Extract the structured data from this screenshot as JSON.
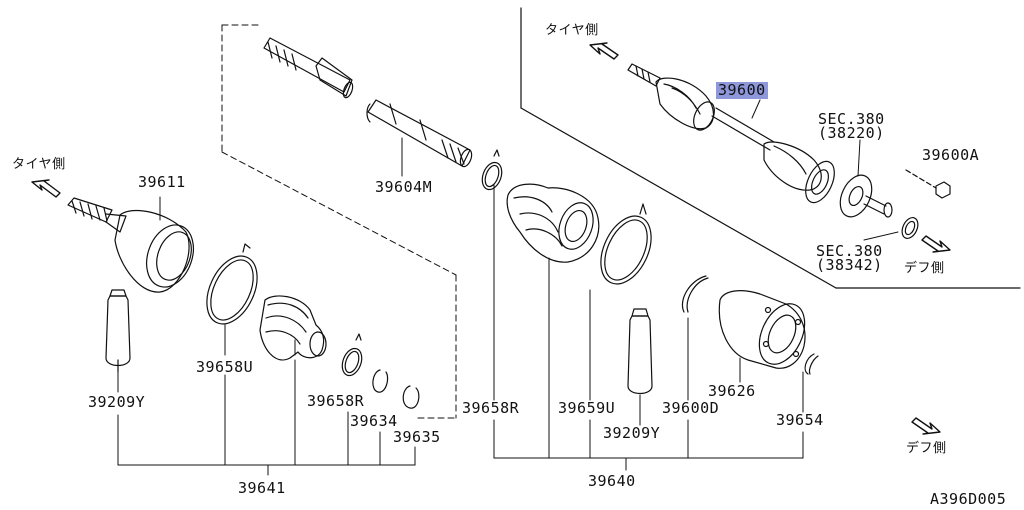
{
  "diagram": {
    "figure_code": "A396D005",
    "direction_labels": {
      "tire_side": "タイヤ側",
      "diff_side": "デフ側"
    },
    "parts": {
      "p39600": "39600",
      "p39600A": "39600A",
      "p39600D": "39600D",
      "p39604M": "39604M",
      "p39609Y_left": "39209Y",
      "p39609Y_right": "39209Y",
      "p39611": "39611",
      "p39626": "39626",
      "p39634": "39634",
      "p39635": "39635",
      "p39640": "39640",
      "p39641": "39641",
      "p39654": "39654",
      "p39658R_left": "39658R",
      "p39658R_right": "39658R",
      "p39658U": "39658U",
      "p39659U": "39659U"
    },
    "section_refs": {
      "sec1_title": "SEC.380",
      "sec1_num": "(38220)",
      "sec2_title": "SEC.380",
      "sec2_num": "(38342)"
    },
    "highlight_color": "#8e97d9"
  }
}
